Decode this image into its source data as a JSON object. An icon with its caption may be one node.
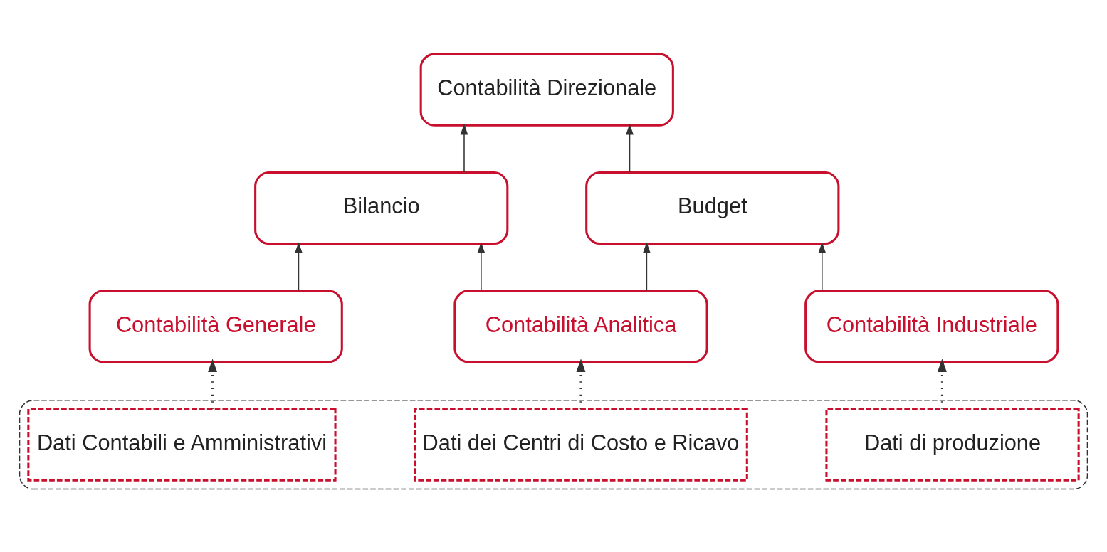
{
  "diagram": {
    "nodes": [
      {
        "text": [
          "Contabilità Direzionale"
        ]
      },
      {
        "text": [
          "Bilancio"
        ]
      },
      {
        "text": [
          "Budget"
        ]
      },
      {
        "text": [
          "Contabilità Generale"
        ]
      },
      {
        "text": [
          "Contabilità Analitica"
        ]
      },
      {
        "text": [
          "Contabilità Industriale"
        ]
      },
      {
        "text": [],
        "shape": "box"
      },
      {
        "text": [
          "Dati Contabili e Amministrativi"
        ],
        "in": 6
      },
      {
        "text": [
          "Dati dei Centri di Costo e Ricavo"
        ],
        "in": 6
      },
      {
        "text": [
          "Dati di produzione"
        ],
        "in": 6
      }
    ],
    "edges": [
      {
        "from": 1,
        "to": 0,
        "arrow": "to"
      },
      {
        "from": 2,
        "to": 0,
        "arrow": "to"
      },
      {
        "from": 3,
        "to": 1,
        "arrow": "to"
      },
      {
        "from": 4,
        "to": 1,
        "arrow": "to"
      },
      {
        "from": 4,
        "to": 2,
        "arrow": "to"
      },
      {
        "from": 5,
        "to": 2,
        "arrow": "to"
      },
      {
        "from": 7,
        "to": 3,
        "arrow": "to",
        "style": "dashed"
      },
      {
        "from": 8,
        "to": 4,
        "arrow": "to",
        "style": "dashed"
      },
      {
        "from": 9,
        "to": 5,
        "arrow": "to",
        "style": "dashed"
      }
    ]
  }
}
